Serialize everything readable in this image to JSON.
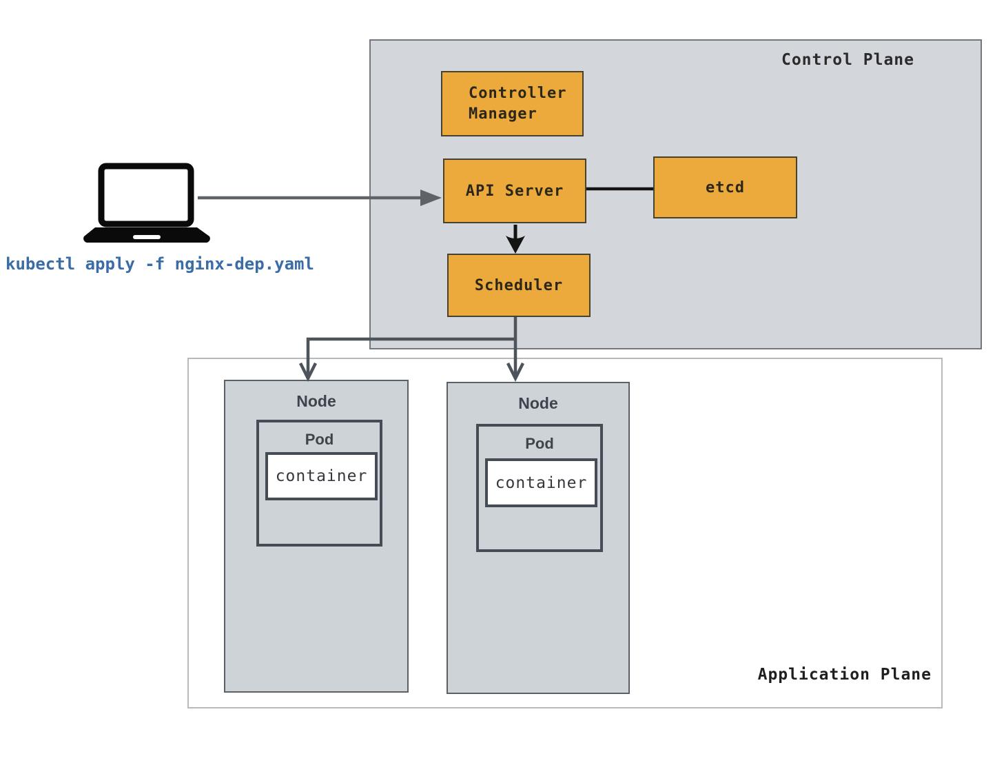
{
  "control_plane": {
    "title": "Control Plane",
    "components": {
      "controller_manager": "Controller Manager",
      "api_server": "API Server",
      "etcd": "etcd",
      "scheduler": "Scheduler"
    }
  },
  "client": {
    "icon": "laptop-icon",
    "command": "kubectl apply -f nginx-dep.yaml"
  },
  "application_plane": {
    "title": "Application Plane",
    "nodes": [
      {
        "label": "Node",
        "pod": {
          "label": "Pod",
          "container": "container"
        }
      },
      {
        "label": "Node",
        "pod": {
          "label": "Pod",
          "container": "container"
        }
      }
    ]
  },
  "connections": [
    "laptop -> api_server",
    "api_server -> etcd",
    "api_server -> scheduler",
    "scheduler -> node_1",
    "scheduler -> node_2"
  ],
  "colors": {
    "component_fill": "#ecaa3c",
    "control_plane_fill": "#d3d7db",
    "node_fill": "#ced3d7",
    "command_text": "#3a6ca8",
    "connector_gray": "#53585e",
    "connector_black": "#1a1a1a"
  }
}
